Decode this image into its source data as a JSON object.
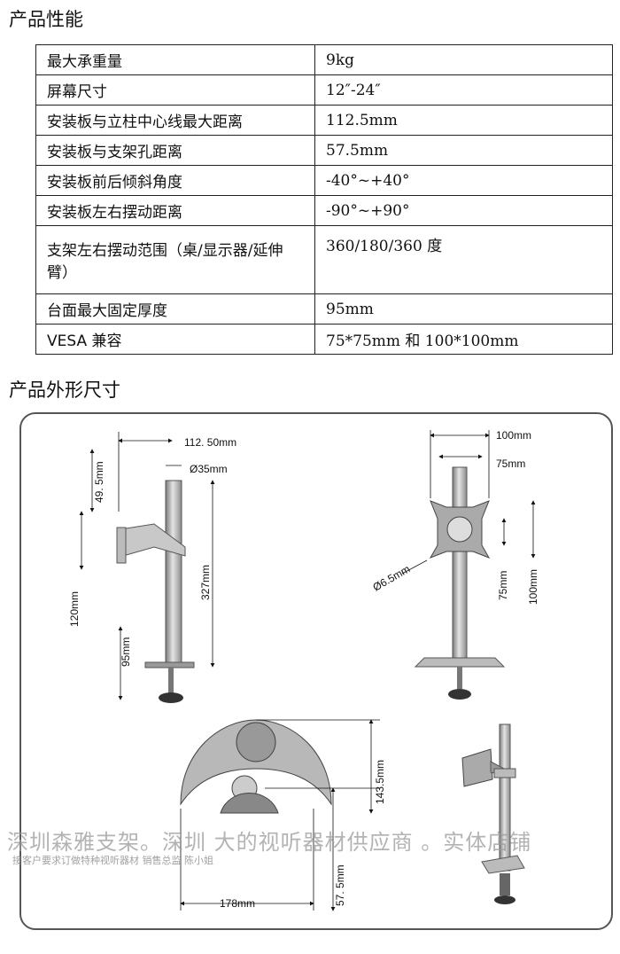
{
  "spec_section": {
    "title": "产品性能",
    "rows": [
      {
        "label": "最大承重量",
        "value": "9kg"
      },
      {
        "label": "屏幕尺寸",
        "value": "12″-24″"
      },
      {
        "label": "安装板与立柱中心线最大距离",
        "value": "112.5mm"
      },
      {
        "label": "安装板与支架孔距离",
        "value": "57.5mm"
      },
      {
        "label": "安装板前后倾斜角度",
        "value": "-40°~+40°"
      },
      {
        "label": "安装板左右摆动距离",
        "value": "-90°~+90°"
      },
      {
        "label": "支架左右摆动范围（桌/显示器/延伸臂）",
        "value": "360/180/360 度"
      },
      {
        "label": "台面最大固定厚度",
        "value": "95mm"
      },
      {
        "label": "VESA 兼容",
        "value": "75*75mm 和 100*100mm"
      }
    ]
  },
  "dimension_section": {
    "title": "产品外形尺寸",
    "side_view": {
      "arm_reach": "112. 50mm",
      "pole_diameter": "Ø35mm",
      "plate_offset": "49. 5mm",
      "plate_height": "120mm",
      "pole_height": "327mm",
      "clamp_thickness": "95mm"
    },
    "front_view": {
      "hole_spacing_outer": "100mm",
      "hole_spacing_inner": "75mm",
      "hole_diameter": "Ø6.5mm",
      "vertical_inner": "75mm",
      "vertical_outer": "100mm"
    },
    "base_view": {
      "depth": "143.5mm",
      "clamp_offset": "57. 5mm",
      "width": "178mm"
    }
  },
  "watermark": {
    "line1": "深圳森雅支架。深圳  大的视听器材供应商 。实体店铺",
    "line2": "接客户要求订做特种视听器材   销售总监   陈小姐"
  }
}
